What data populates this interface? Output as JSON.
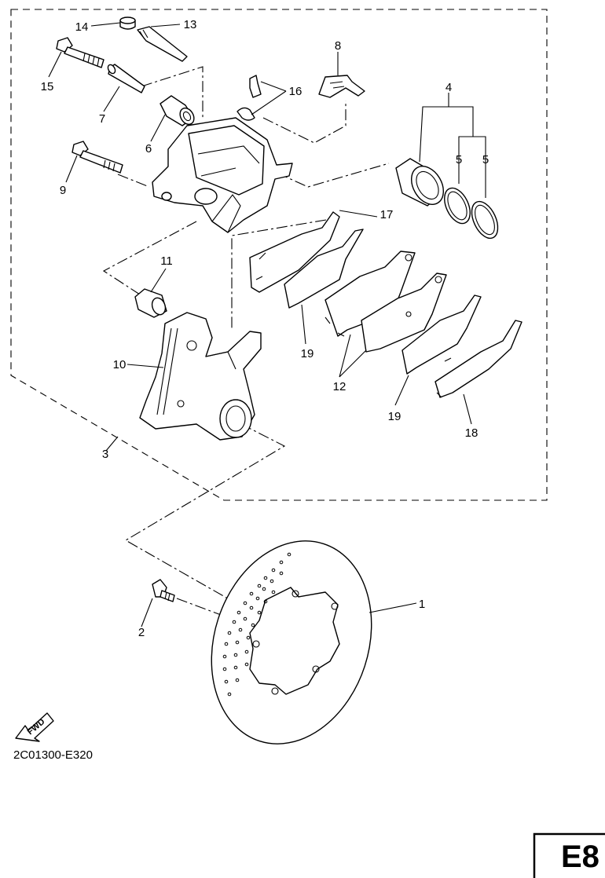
{
  "diagram_code": "2C01300-E320",
  "page_badge": "E8",
  "fwd_label": "FWD",
  "callouts": {
    "c1": "1",
    "c2": "2",
    "c3": "3",
    "c4": "4",
    "c5a": "5",
    "c5b": "5",
    "c6": "6",
    "c7": "7",
    "c8": "8",
    "c9": "9",
    "c10": "10",
    "c11": "11",
    "c12": "12",
    "c13": "13",
    "c14": "14",
    "c15": "15",
    "c16": "16",
    "c17": "17",
    "c18": "18",
    "c19a": "19",
    "c19b": "19"
  }
}
